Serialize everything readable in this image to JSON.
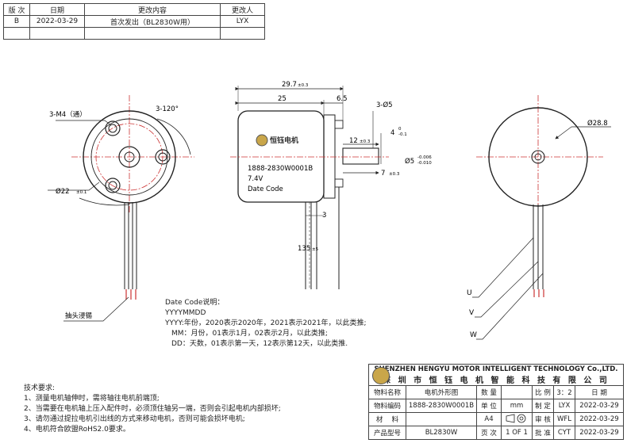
{
  "revision_table": {
    "headers": [
      "版 次",
      "日期",
      "更改内容",
      "更改人"
    ],
    "rows": [
      [
        "B",
        "2022-03-29",
        "首次发出（BL2830W用）",
        "LYX"
      ]
    ]
  },
  "front_view": {
    "screws_label": "3-M4（通）",
    "angle_label": "3-120°",
    "diameter_label": "Ø22",
    "diameter_tol": "±0.1",
    "lead_label": "抽头浸锡"
  },
  "side_view": {
    "length_total": "29.7",
    "length_total_tol": "±0.3",
    "length_body": "25",
    "shaft_step": "6.5",
    "boss_dia": "3-Ø5",
    "dim_4": "4",
    "dim_4_tol_up": "0",
    "dim_4_tol_low": "-0.1",
    "dim_12": "12",
    "dim_12_tol": "±0.3",
    "shaft_dia": "Ø5",
    "shaft_dia_tol_up": "-0.006",
    "shaft_dia_tol_low": "-0.010",
    "dim_7": "7",
    "dim_7_tol": "±0.3",
    "dim_3": "3",
    "lead_len": "135",
    "lead_len_tol": "±5",
    "logo_text": "恒钰电机",
    "part_number": "1888-2830W0001B",
    "voltage": "7.4V",
    "date_code": "Date Code"
  },
  "rear_view": {
    "diameter_label": "Ø28.8",
    "wires": [
      "U",
      "V",
      "W"
    ]
  },
  "date_code_note": {
    "title": "Date Code说明：",
    "format": "YYYYMMDD",
    "lines": [
      "YYYY:年份，2020表示2020年，2021表示2021年，以此类推;",
      "MM：月份，01表示1月，02表示2月，以此类推;",
      "DD：天数，01表示第一天，12表示第12天，以此类推."
    ]
  },
  "tech_requirements": {
    "title": "技术要求:",
    "items": [
      "1、测量电机轴伸时，需将轴往电机前端顶;",
      "2、当需要在电机轴上压入配件时，必须顶住轴另一端，否则会引起电机内部损坏;",
      "3、请勿通过提拉电机引出线的方式来移动电机，否则可能会损坏电机;",
      "4、电机符合欧盟RoHS2.0要求。"
    ]
  },
  "title_block": {
    "company_en": "SHENZHEN HENGYU MOTOR INTELLIGENT TECHNOLOGY Co.,LTD.",
    "company_cn": "深 圳 市 恒 钰 电 机 智 能 科 技 有 限 公 司",
    "name_label": "物料名称",
    "name_value": "电机外形图",
    "qty_label": "数 量",
    "qty_value": "",
    "scale_label": "比 例",
    "scale_value": "3：2",
    "date_header": "日 期",
    "code_label": "物料编码",
    "code_value": "1888-2830W0001B",
    "unit_label": "单 位",
    "unit_value": "mm",
    "drawn_label": "制 定",
    "drawn_by": "LYX",
    "drawn_date": "2022-03-29",
    "material_label": "材　 料",
    "material_value": "",
    "size_value": "A4",
    "check_label": "审 核",
    "check_by": "WFL",
    "check_date": "2022-03-29",
    "model_label": "产品型号",
    "model_value": "BL2830W",
    "page_label": "页 次",
    "page_value": "1 OF 1",
    "approve_label": "批 准",
    "approve_by": "CYT",
    "approve_date": "2022-03-29"
  }
}
